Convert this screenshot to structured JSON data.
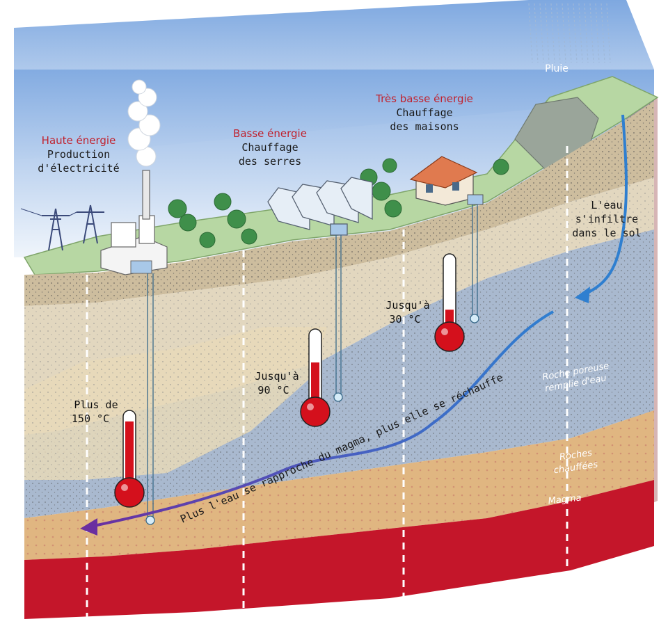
{
  "labels": {
    "high_energy_title": "Haute énergie",
    "high_energy_line1": "Production",
    "high_energy_line2": "d'électricité",
    "low_energy_title": "Basse énergie",
    "low_energy_line1": "Chauffage",
    "low_energy_line2": "des serres",
    "very_low_energy_title": "Très basse énergie",
    "very_low_energy_line1": "Chauffage",
    "very_low_energy_line2": "des maisons",
    "rain": "Pluie",
    "infiltration_line1": "L'eau",
    "infiltration_line2": "s'infiltre",
    "infiltration_line3": "dans le sol",
    "porous_rock_line1": "Roche poreuse",
    "porous_rock_line2": "remplie d'eau",
    "heated_rock_line1": "Roches",
    "heated_rock_line2": "chauffées",
    "magma": "Magma",
    "flow_text": "Plus l'eau se rapproche du magma, plus elle se réchauffe"
  },
  "temperatures": [
    {
      "line1": "Plus de",
      "line2": "150 °C",
      "fill_level": 0.85
    },
    {
      "line1": "Jusqu'à",
      "line2": "90 °C",
      "fill_level": 0.55
    },
    {
      "line1": "Jusqu'à",
      "line2": "30 °C",
      "fill_level": 0.25
    }
  ],
  "colors": {
    "sky_top": "#8fb6e6",
    "sky_bottom": "#e8f0fa",
    "grass": "#b7d7a3",
    "soil": "#cdbd9e",
    "sandstone": "#e2d7bf",
    "porous_rock": "#a9b9cf",
    "heated_rock": "#e0b681",
    "magma": "#c4162a",
    "flow_blue": "#2f7fd0",
    "flow_purple": "#6a2fa0",
    "thermo_red": "#d4101c",
    "title_red": "#c0222e"
  }
}
